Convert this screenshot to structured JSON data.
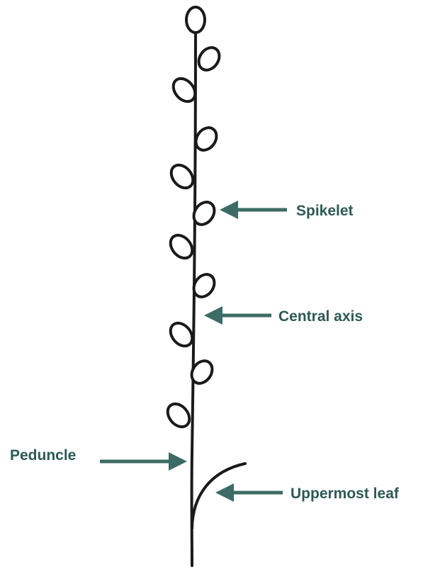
{
  "diagram": {
    "labels": {
      "spikelet": "Spikelet",
      "central_axis": "Central axis",
      "peduncle": "Peduncle",
      "uppermost_leaf": "Uppermost leaf"
    },
    "colors": {
      "stem": "#1a1a1a",
      "arrow": "#3d6b66",
      "label_text": "#2e5954",
      "background": "#ffffff"
    }
  }
}
